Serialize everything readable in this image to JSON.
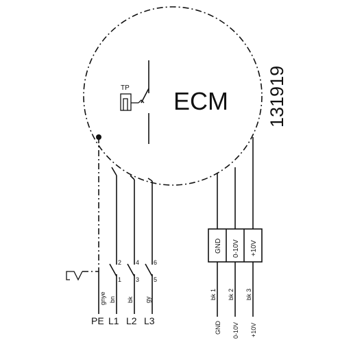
{
  "motor": {
    "label": "ECM",
    "thermal_protector": "TP"
  },
  "drawing_number": "131919",
  "mains": {
    "wires": [
      {
        "terminal": "PE",
        "color_code": "gnye"
      },
      {
        "terminal": "L1",
        "color_code": "bn",
        "contact_top": "2",
        "contact_bottom": "1"
      },
      {
        "terminal": "L2",
        "color_code": "bk",
        "contact_top": "4",
        "contact_bottom": "3"
      },
      {
        "terminal": "L3",
        "color_code": "gy",
        "contact_top": "6",
        "contact_bottom": "5"
      }
    ]
  },
  "control": {
    "blocks": [
      "GND",
      "0-10V",
      "+10V"
    ],
    "wires": [
      {
        "color_code": "bk 1",
        "terminal": "GND"
      },
      {
        "color_code": "bk 2",
        "terminal": "0-10V"
      },
      {
        "color_code": "bk 3",
        "terminal": "+10V"
      }
    ]
  }
}
